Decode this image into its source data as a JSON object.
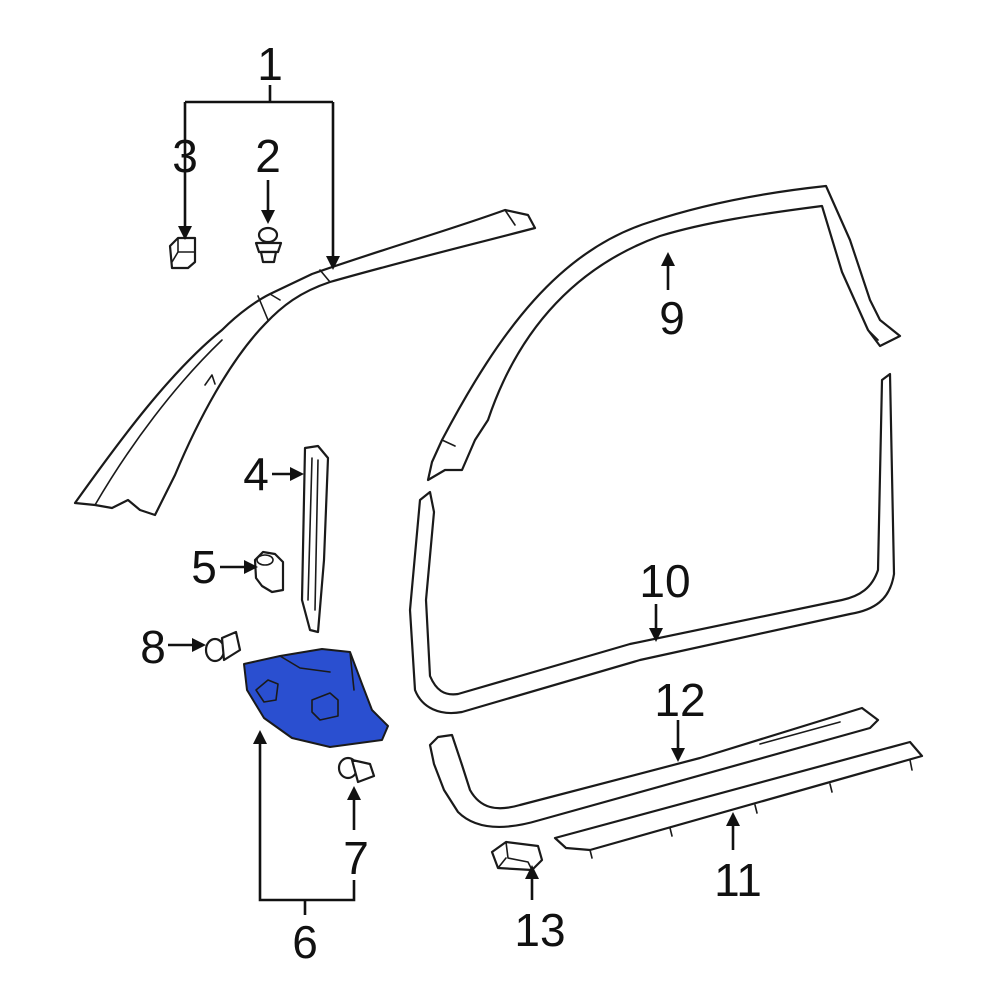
{
  "callouts": {
    "c1": "1",
    "c2": "2",
    "c3": "3",
    "c4": "4",
    "c5": "5",
    "c6": "6",
    "c7": "7",
    "c8": "8",
    "c9": "9",
    "c10": "10",
    "c11": "11",
    "c12": "12",
    "c13": "13"
  },
  "colors": {
    "highlight_part": "#2a4fd0",
    "line": "#1a1a1a",
    "background": "#ffffff"
  }
}
